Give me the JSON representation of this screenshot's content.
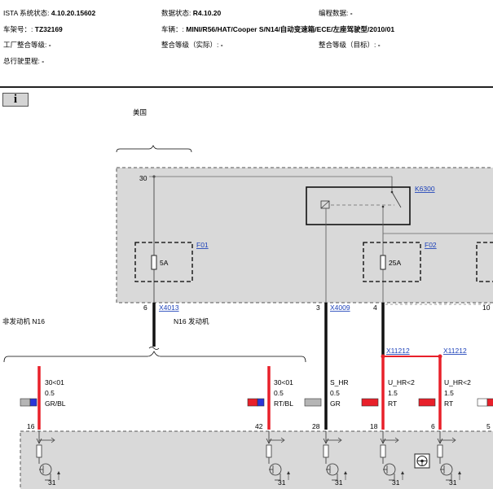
{
  "header": {
    "row1": [
      {
        "label": "ISTA 系统状态:",
        "value": "4.10.20.15602"
      },
      {
        "label": "数据状态:",
        "value": "R4.10.20"
      },
      {
        "label": "编程数据:",
        "value": "-"
      }
    ],
    "row2": [
      {
        "label": "车架号：:",
        "value": "TZ32169"
      },
      {
        "label": "车辆：:",
        "value": "MINI/R56/HAT/Cooper S/N14/自动变速箱/ECE/左座驾驶型/2010/01"
      }
    ],
    "row3": [
      {
        "label": "工厂整合等级:",
        "value": "-"
      },
      {
        "label": "整合等级（实际）:",
        "value": "-"
      },
      {
        "label": "整合等级（目标）:",
        "value": "-"
      }
    ],
    "row4": [
      {
        "label": "总行驶里程:",
        "value": "-"
      }
    ]
  },
  "info_button": {
    "label": "i"
  },
  "diagram": {
    "region_label": "美国",
    "upper_pin": "30",
    "relay_label": "K6300",
    "fuse_f01": {
      "label": "F01",
      "rating": "5A"
    },
    "fuse_f02": {
      "label": "F02",
      "rating": "25A"
    },
    "connectors": [
      {
        "pin": "6",
        "name": "X4013"
      },
      {
        "pin": "3",
        "name": "X4009"
      },
      {
        "pin": "4",
        "name": ""
      },
      {
        "pin": "10",
        "name": ""
      }
    ],
    "engine_labels": {
      "non_engine": "非发动机 N16",
      "engine": "N16 发动机"
    },
    "splice_links": [
      "X11212",
      "X11212"
    ],
    "wires": [
      {
        "signal": "30<01",
        "size": "0.5",
        "color": "GR/BL",
        "pin": "16"
      },
      {
        "signal": "30<01",
        "size": "0.5",
        "color": "RT/BL",
        "pin": "42"
      },
      {
        "signal": "S_HR",
        "size": "0.5",
        "color": "GR",
        "pin": "28"
      },
      {
        "signal": "U_HR<2",
        "size": "1.5",
        "color": "RT",
        "pin": "18"
      },
      {
        "signal": "U_HR<2",
        "size": "1.5",
        "color": "RT",
        "pin": "6"
      },
      {
        "signal": "",
        "size": "",
        "color": "",
        "pin": "5"
      }
    ],
    "ground_label": "31",
    "colors": {
      "module_fill": "#d9d9d9",
      "red_wire": "#e8202a",
      "black_wire": "#111111",
      "link_blue": "#1a3fb8",
      "swatch_grey": "#b5b5b5",
      "swatch_blue": "#2a35d8"
    }
  }
}
